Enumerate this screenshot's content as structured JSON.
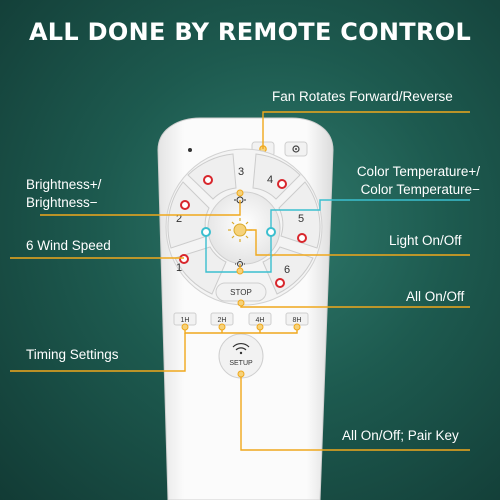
{
  "title": "ALL DONE BY REMOTE CONTROL",
  "callouts": {
    "fan_direction": "Fan Rotates Forward/Reverse",
    "brightness_line1": "Brightness+/",
    "brightness_line2": "Brightness−",
    "color_temp_line1": "Color Temperature+/",
    "color_temp_line2": "Color Temperature−",
    "wind_speed": "6 Wind Speed",
    "light_on_off": "Light On/Off",
    "all_on_off": "All On/Off",
    "timing": "Timing Settings",
    "pair_key": "All On/Off; Pair Key"
  },
  "remote": {
    "speed_buttons": [
      "1",
      "2",
      "3",
      "4",
      "5",
      "6"
    ],
    "stop_label": "STOP",
    "timer_buttons": [
      "1H",
      "2H",
      "4H",
      "8H"
    ],
    "setup_label": "SETUP"
  },
  "colors": {
    "accent_line": "#f0a81c",
    "teal_line": "#3bbfcf",
    "indicator_red": "#d8262c"
  }
}
